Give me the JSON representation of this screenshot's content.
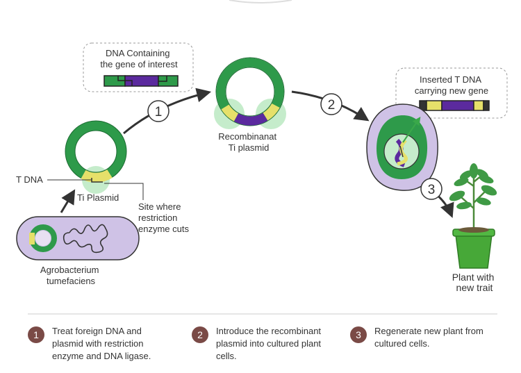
{
  "labels": {
    "dna_containing": [
      "DNA Containing",
      "the gene of interest"
    ],
    "recombinant": [
      "Recombinanat",
      "Ti plasmid"
    ],
    "inserted": [
      "Inserted T DNA",
      "carrying new gene"
    ],
    "t_dna": "T DNA",
    "ti_plasmid": "Ti Plasmid",
    "site": [
      "Site where",
      "restriction",
      "enzyme cuts"
    ],
    "agrobacterium": [
      "Agrobacterium",
      "tumefaciens"
    ],
    "plant": [
      "Plant with",
      "new trait"
    ]
  },
  "markers": [
    "1",
    "2",
    "3"
  ],
  "steps": [
    {
      "num": "1",
      "text": [
        "Treat foreign DNA and",
        "plasmid with restriction",
        "enzyme and DNA ligase."
      ]
    },
    {
      "num": "2",
      "text": [
        "Introduce the recombinant",
        "plasmid into cultured plant",
        "cells."
      ]
    },
    {
      "num": "3",
      "text": [
        "Regenerate new plant from",
        "cultured cells."
      ]
    }
  ],
  "colors": {
    "plasmid_green": "#2e9a4a",
    "light_green": "#c5eccb",
    "yellow": "#e6e06a",
    "purple": "#5b2a9e",
    "lavender": "#cfc2e6",
    "step_badge": "#7a4a46"
  }
}
